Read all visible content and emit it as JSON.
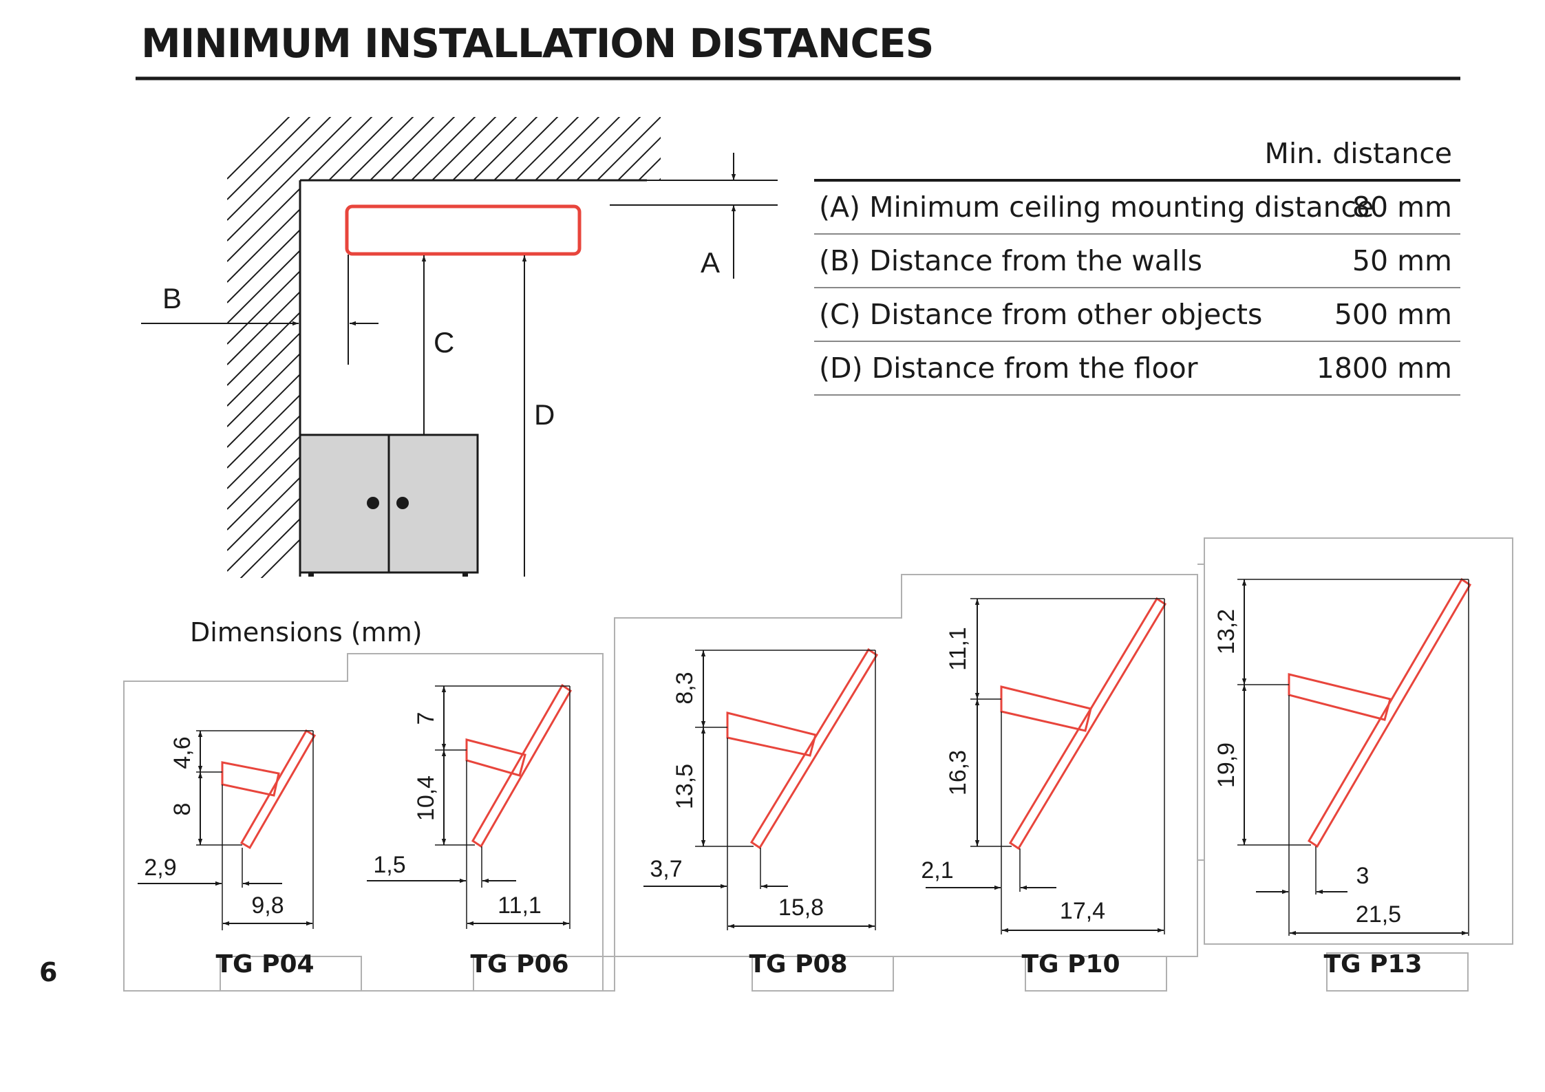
{
  "page": {
    "title": "MINIMUM INSTALLATION DISTANCES",
    "page_number": "6"
  },
  "diagram": {
    "labels": {
      "a": "A",
      "b": "B",
      "c": "C",
      "d": "D"
    },
    "heater_color": "#e8453c"
  },
  "table": {
    "header": "Min. distance",
    "rows": [
      {
        "label": "(A) Minimum ceiling mounting distance",
        "value": "80 mm"
      },
      {
        "label": "(B) Distance from the walls",
        "value": "50 mm"
      },
      {
        "label": "(C) Distance from other objects",
        "value": "500 mm"
      },
      {
        "label": "(D) Distance from the floor",
        "value": "1800 mm"
      }
    ]
  },
  "dimensions": {
    "heading": "Dimensions (mm)",
    "models": [
      {
        "name": "TG P04",
        "top": "4,6",
        "side": "8",
        "offset": "2,9",
        "width": "9,8"
      },
      {
        "name": "TG P06",
        "top": "7",
        "side": "10,4",
        "offset": "1,5",
        "width": "11,1"
      },
      {
        "name": "TG P08",
        "top": "8,3",
        "side": "13,5",
        "offset": "3,7",
        "width": "15,8"
      },
      {
        "name": "TG P10",
        "top": "11,1",
        "side": "16,3",
        "offset": "2,1",
        "width": "17,4"
      },
      {
        "name": "TG P13",
        "top": "13,2",
        "side": "19,9",
        "offset": "3",
        "width": "21,5"
      }
    ]
  }
}
